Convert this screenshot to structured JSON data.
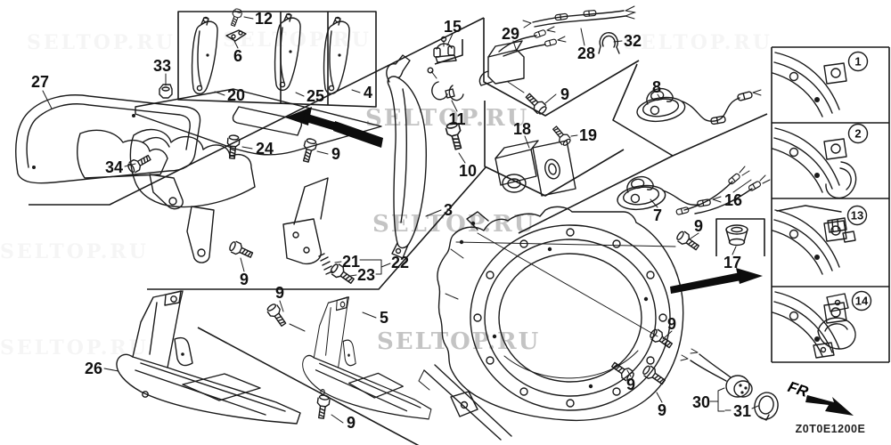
{
  "watermark": {
    "text": "SELTOP.RU"
  },
  "footer": {
    "code": "Z0T0E1200E"
  },
  "orientation": {
    "fr_label": "FR."
  },
  "colors": {
    "line": "#1a1a1a",
    "watermark": "#8a8a8a",
    "arrow": "#0d0d0d",
    "background": "#ffffff"
  },
  "panels": [
    {
      "ref": "1"
    },
    {
      "ref": "2"
    },
    {
      "ref": "13"
    },
    {
      "ref": "14"
    }
  ],
  "callouts": [
    {
      "part": "27"
    },
    {
      "part": "33"
    },
    {
      "part": "34"
    },
    {
      "part": "24"
    },
    {
      "part": "9"
    },
    {
      "part": "12"
    },
    {
      "part": "6"
    },
    {
      "part": "20"
    },
    {
      "part": "25"
    },
    {
      "part": "4"
    },
    {
      "part": "15"
    },
    {
      "part": "11"
    },
    {
      "part": "10"
    },
    {
      "part": "29"
    },
    {
      "part": "28"
    },
    {
      "part": "32"
    },
    {
      "part": "9"
    },
    {
      "part": "8"
    },
    {
      "part": "18"
    },
    {
      "part": "19"
    },
    {
      "part": "7"
    },
    {
      "part": "16"
    },
    {
      "part": "9"
    },
    {
      "part": "17"
    },
    {
      "part": "3"
    },
    {
      "part": "21"
    },
    {
      "part": "23"
    },
    {
      "part": "22"
    },
    {
      "part": "9"
    },
    {
      "part": "9"
    },
    {
      "part": "5"
    },
    {
      "part": "26"
    },
    {
      "part": "9"
    },
    {
      "part": "9"
    },
    {
      "part": "9"
    },
    {
      "part": "9"
    },
    {
      "part": "30"
    },
    {
      "part": "31"
    }
  ]
}
